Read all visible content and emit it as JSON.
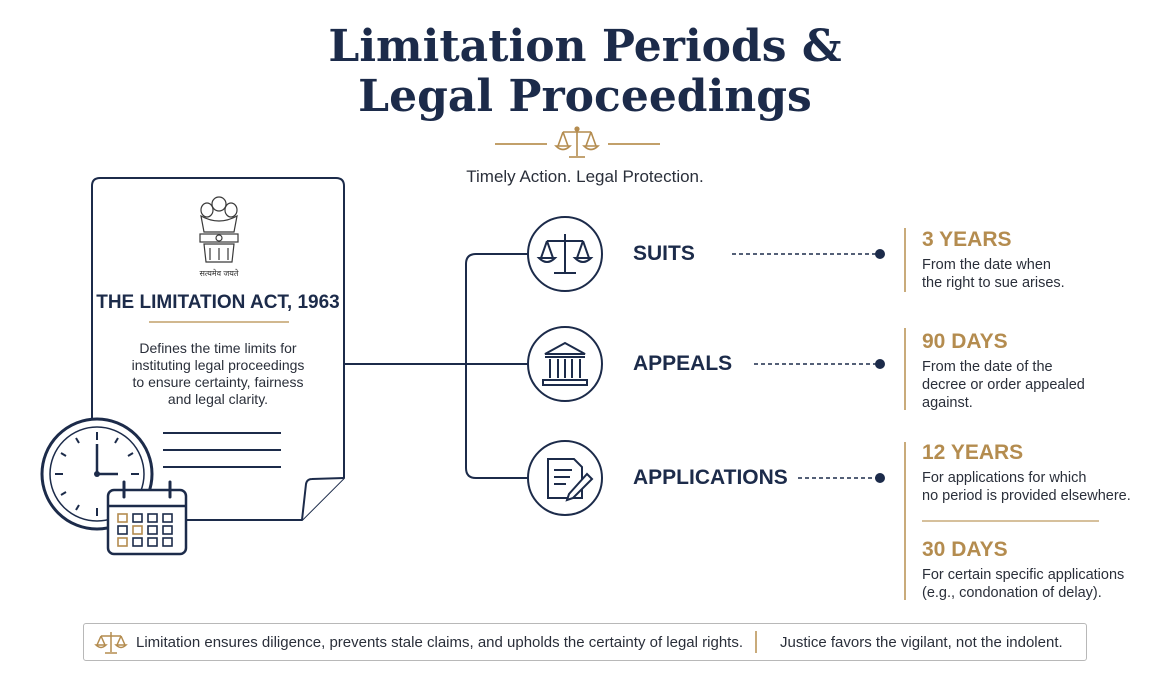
{
  "header": {
    "title_line1": "Limitation Periods &",
    "title_line2": "Legal Proceedings",
    "subtitle": "Timely Action. Legal Protection."
  },
  "document": {
    "emblem_motto": "सत्यमेव जयते",
    "title": "THE LIMITATION ACT, 1963",
    "description_lines": [
      "Defines the time limits for",
      "instituting legal proceedings",
      "to ensure certainty, fairness",
      "and legal clarity."
    ]
  },
  "categories": [
    {
      "label": "SUITS",
      "icon": "scales-icon",
      "periods": [
        {
          "value": "3 YEARS",
          "description_lines": [
            "From the date when",
            "the right to sue arises."
          ]
        }
      ]
    },
    {
      "label": "APPEALS",
      "icon": "courthouse-icon",
      "periods": [
        {
          "value": "90 DAYS",
          "description_lines": [
            "From the date of the",
            "decree or order appealed",
            "against."
          ]
        }
      ]
    },
    {
      "label": "APPLICATIONS",
      "icon": "document-pen-icon",
      "periods": [
        {
          "value": "12 YEARS",
          "description_lines": [
            "For applications for which",
            "no period is provided elsewhere."
          ]
        },
        {
          "value": "30 DAYS",
          "description_lines": [
            "For certain specific applications",
            "(e.g., condonation of delay)."
          ]
        }
      ]
    }
  ],
  "footer": {
    "left_text": "Limitation ensures diligence, prevents stale claims, and upholds the certainty of legal rights.",
    "right_text": "Justice favors the vigilant, not the indolent."
  },
  "colors": {
    "navy": "#1c2b4a",
    "gold": "#b48c4f",
    "gold_light": "#c9ab7b",
    "text": "#2a2f3a"
  }
}
